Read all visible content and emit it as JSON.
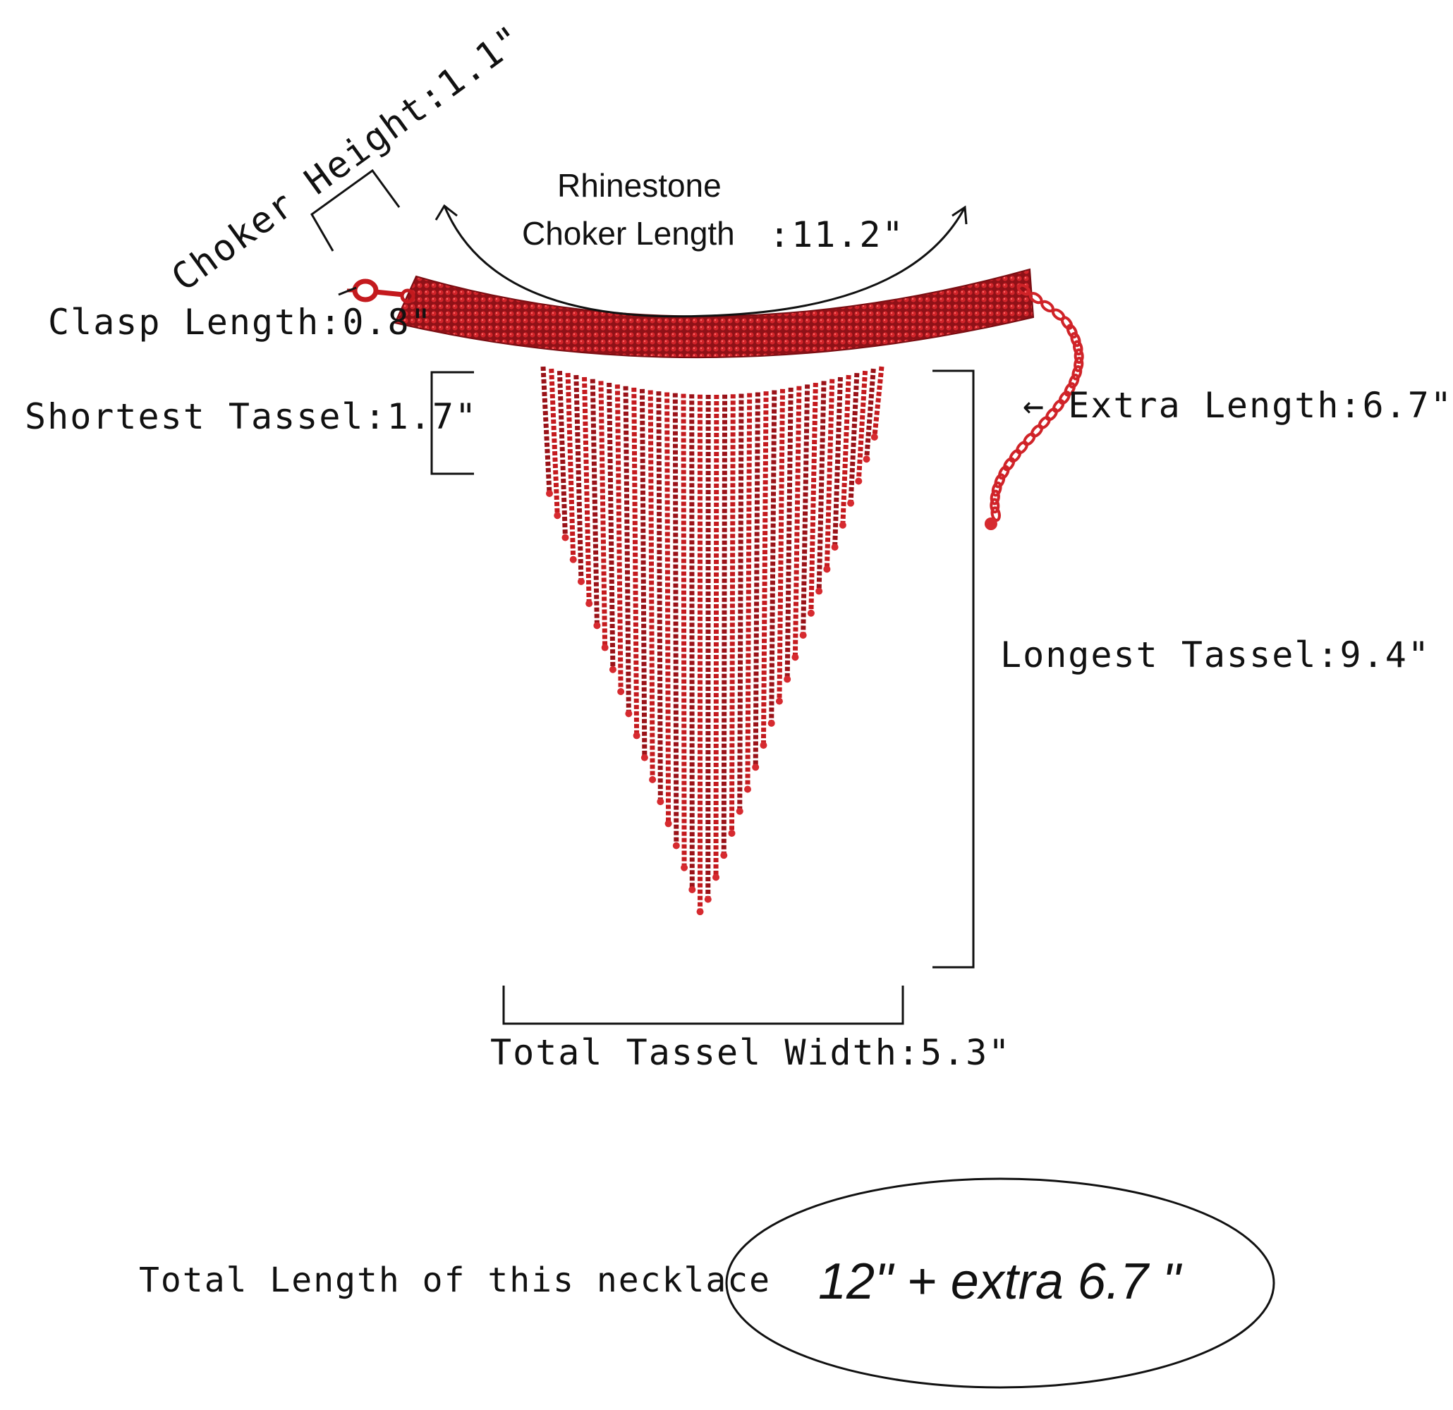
{
  "labels": {
    "choker_height": "Choker Height:1.1\"",
    "rhinestone_line1": "Rhinestone",
    "rhinestone_line2": "Choker Length",
    "rhinestone_value": ":11.2\"",
    "clasp_length": "Clasp Length:0.8\"",
    "shortest_tassel": "Shortest Tassel:1.7\"",
    "extra_length": "← Extra Length:6.7\"",
    "longest_tassel": "Longest Tassel:9.4\"",
    "total_tassel_width": "Total Tassel Width:5.3\"",
    "total_length_caption": "Total Length of this necklace",
    "total_length_value": "12\" + extra 6.7 \""
  },
  "colors": {
    "background": "#ffffff",
    "text": "#111111",
    "necklace_red": "#c41a1e",
    "necklace_dark": "#7a0d12",
    "line": "#111111"
  }
}
